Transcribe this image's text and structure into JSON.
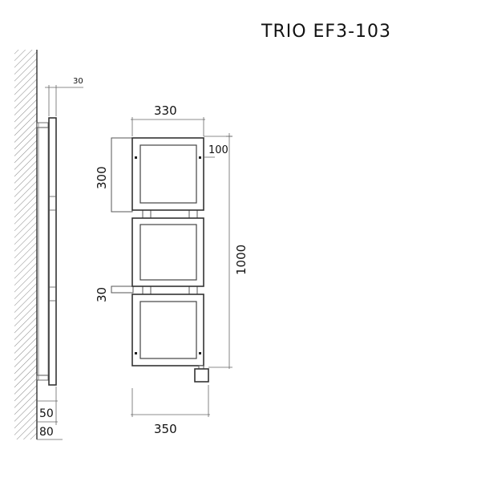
{
  "title": "TRIO EF3-103",
  "dimensions": {
    "width_top": "330",
    "offset_right": "100",
    "panel_height": "300",
    "total_height": "1000",
    "spacer": "30",
    "width_bottom": "350",
    "side_depth_top": "30",
    "side_depth_inner": "50",
    "side_depth_outer": "80"
  },
  "colors": {
    "line": "#333333",
    "dimension": "#666666",
    "hatch": "#888888"
  }
}
